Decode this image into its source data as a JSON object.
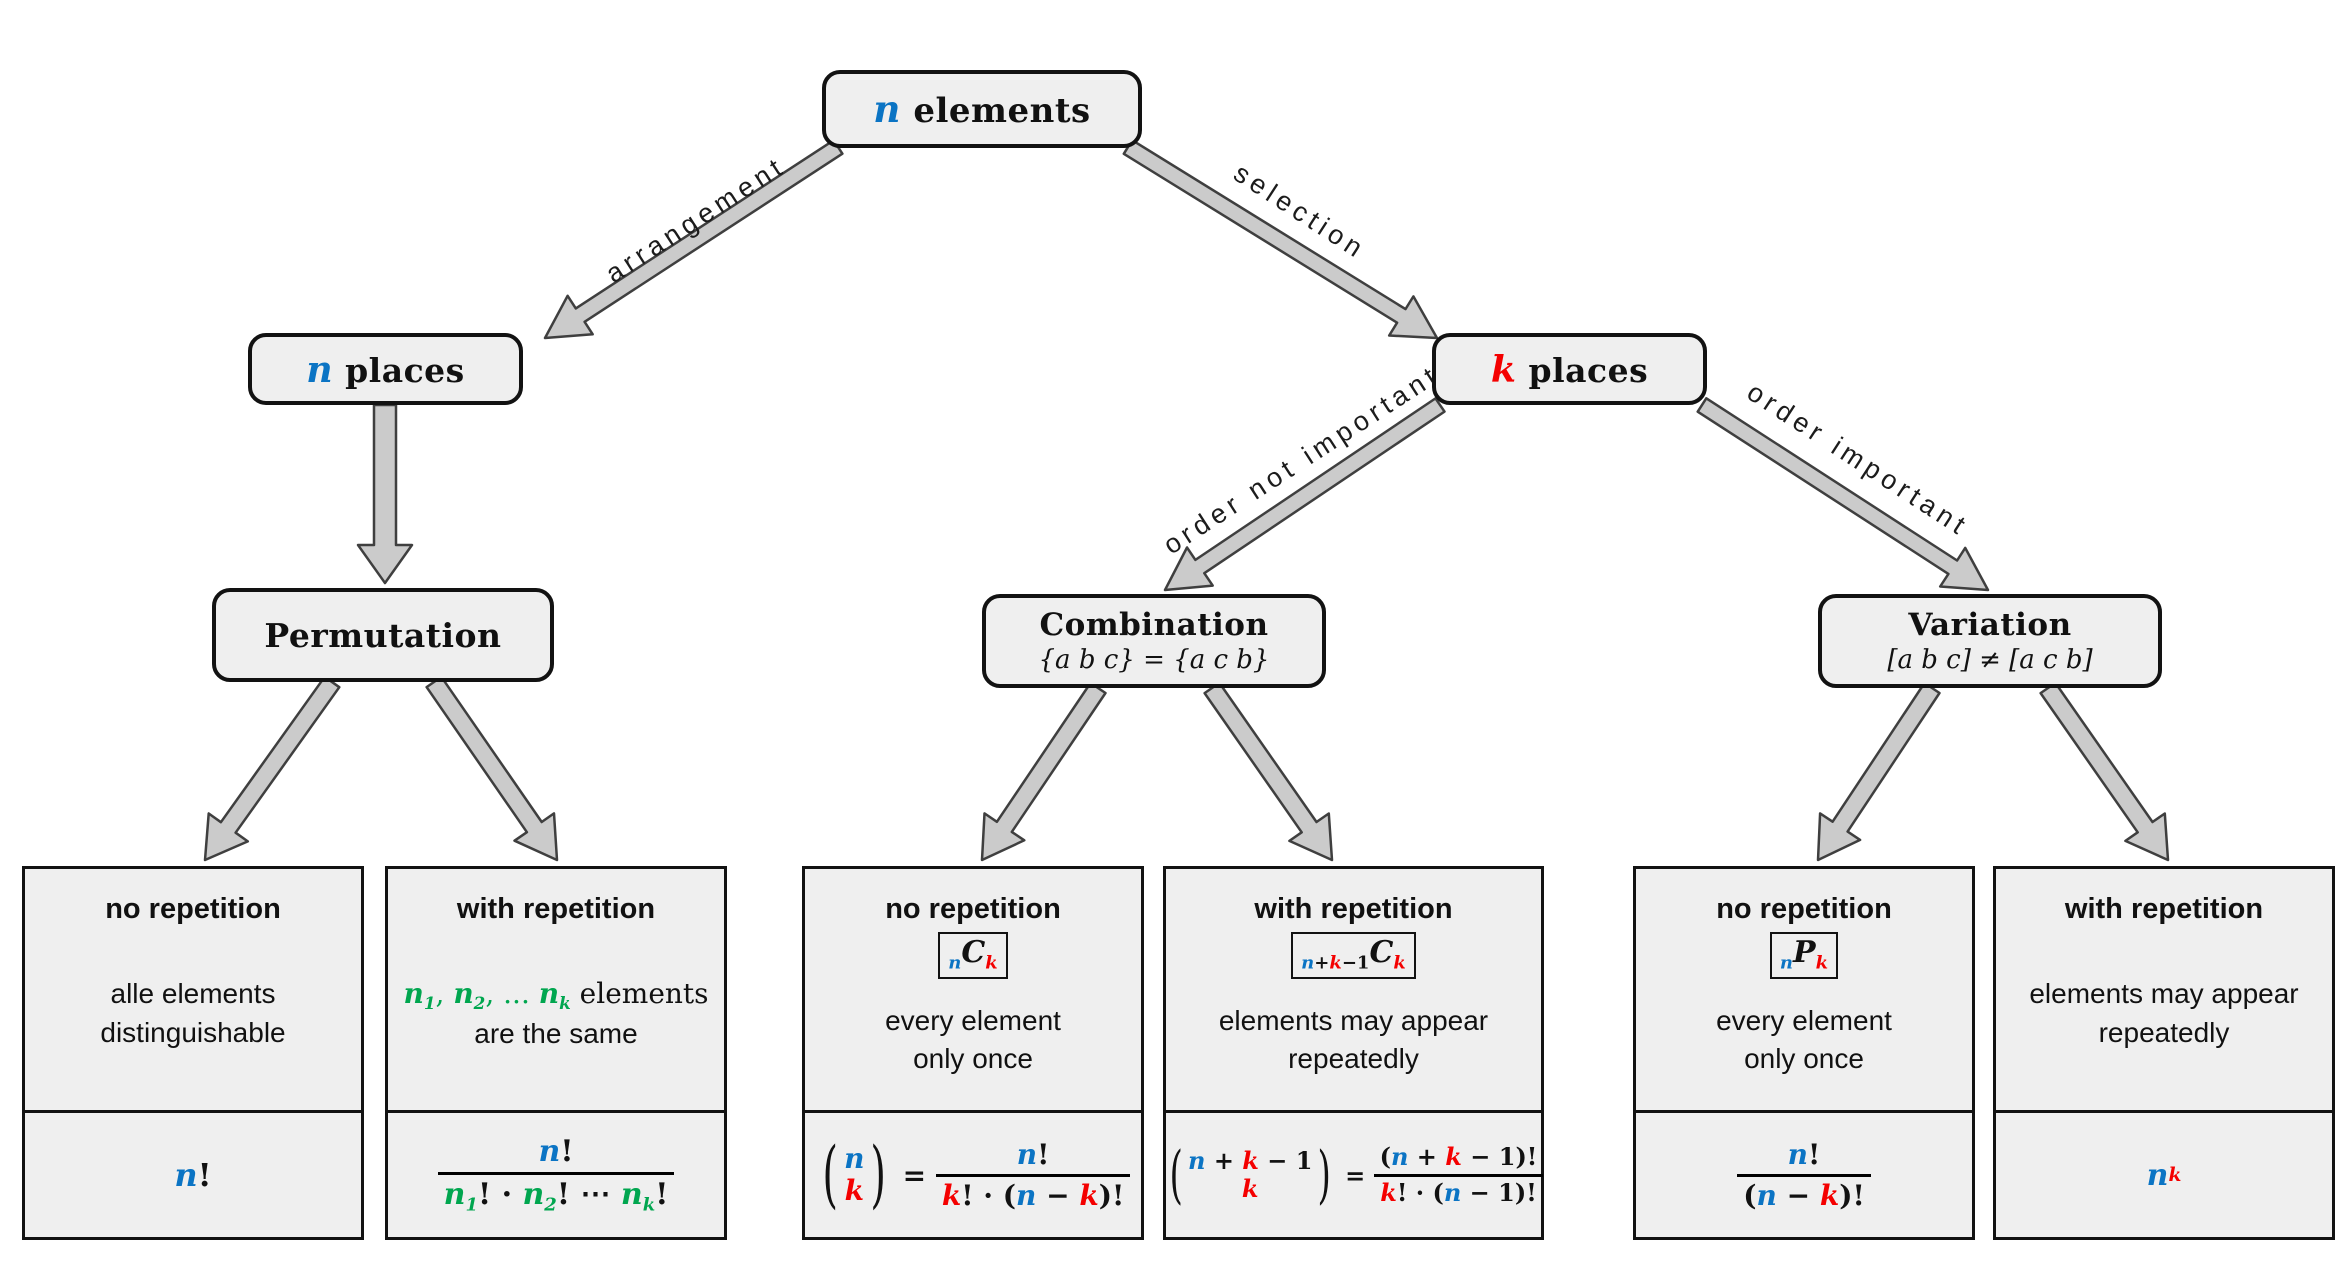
{
  "colors": {
    "blue": "#0b74c4",
    "red": "#f40000",
    "green": "#00a64f",
    "box_fill": "#efefef",
    "box_border": "#121212",
    "arrow_fill": "#cbcbcb",
    "arrow_stroke": "#3f3f3f"
  },
  "edge_labels": {
    "arrangement": "arrangement",
    "selection": "selection",
    "order_not_important": "order not important",
    "order_important": "order important"
  },
  "nodes": {
    "root": {
      "title": [
        {
          "t": "n",
          "v": 1,
          "c": "b"
        },
        {
          "t": " elements"
        }
      ]
    },
    "n_places": {
      "title": [
        {
          "t": "n",
          "v": 1,
          "c": "b"
        },
        {
          "t": " places"
        }
      ]
    },
    "k_places": {
      "title": [
        {
          "t": "k",
          "v": 1,
          "c": "r"
        },
        {
          "t": " places"
        }
      ]
    },
    "permutation": {
      "title": [
        {
          "t": "Permutation"
        }
      ]
    },
    "combination": {
      "title": [
        {
          "t": "Combination"
        }
      ],
      "subtitle": [
        {
          "t": "{a b c} = {a c b}"
        }
      ]
    },
    "variation": {
      "title": [
        {
          "t": "Variation"
        }
      ],
      "subtitle": [
        {
          "t": "[a b c] ≠ [a c b]"
        }
      ]
    }
  },
  "leaves": [
    {
      "title": "no repetition",
      "desc": [
        "alle elements",
        "distinguishable"
      ],
      "formula": [
        {
          "t": "n",
          "v": 1,
          "c": "b"
        },
        {
          "t": "!"
        }
      ]
    },
    {
      "title": "with repetition",
      "desc": [
        [
          {
            "t": "n",
            "v": 1,
            "c": "g"
          },
          {
            "t": "1",
            "v": 1,
            "c": "g",
            "s": "sub"
          },
          {
            "t": ", ",
            "c": "g"
          },
          {
            "t": "n",
            "v": 1,
            "c": "g"
          },
          {
            "t": "2",
            "v": 1,
            "c": "g",
            "s": "sub"
          },
          {
            "t": ", ... ",
            "c": "g"
          },
          {
            "t": "n",
            "v": 1,
            "c": "g"
          },
          {
            "t": "k",
            "v": 1,
            "c": "g",
            "s": "sub"
          },
          {
            "t": " elements"
          }
        ],
        "are the same"
      ],
      "formula": [
        {
          "frac": {
            "num": [
              {
                "t": "n",
                "v": 1,
                "c": "b"
              },
              {
                "t": "!"
              }
            ],
            "den": [
              {
                "t": "n",
                "v": 1,
                "c": "g"
              },
              {
                "t": "1",
                "v": 1,
                "c": "g",
                "s": "sub"
              },
              {
                "t": "! · "
              },
              {
                "t": "n",
                "v": 1,
                "c": "g"
              },
              {
                "t": "2",
                "v": 1,
                "c": "g",
                "s": "sub"
              },
              {
                "t": "! ⋯ "
              },
              {
                "t": "n",
                "v": 1,
                "c": "g"
              },
              {
                "t": "k",
                "v": 1,
                "c": "g",
                "s": "sub"
              },
              {
                "t": "!"
              }
            ]
          }
        }
      ]
    },
    {
      "title": "no repetition",
      "badge": [
        {
          "t": "n",
          "v": 1,
          "c": "b",
          "s": "sub"
        },
        {
          "t": "C",
          "v": 1
        },
        {
          "t": "k",
          "v": 1,
          "c": "r",
          "s": "sub"
        }
      ],
      "desc": [
        "every element",
        "only once"
      ],
      "formula": [
        {
          "binom": {
            "top": [
              {
                "t": "n",
                "v": 1,
                "c": "b"
              }
            ],
            "bot": [
              {
                "t": "k",
                "v": 1,
                "c": "r"
              }
            ]
          }
        },
        {
          "t": " = "
        },
        {
          "frac": {
            "num": [
              {
                "t": "n",
                "v": 1,
                "c": "b"
              },
              {
                "t": "!"
              }
            ],
            "den": [
              {
                "t": "k",
                "v": 1,
                "c": "r"
              },
              {
                "t": "! · ("
              },
              {
                "t": "n",
                "v": 1,
                "c": "b"
              },
              {
                "t": " − "
              },
              {
                "t": "k",
                "v": 1,
                "c": "r"
              },
              {
                "t": ")!"
              }
            ]
          }
        }
      ]
    },
    {
      "title": "with repetition",
      "badge": [
        {
          "t": "n",
          "v": 1,
          "c": "b",
          "s": "sub"
        },
        {
          "t": "+",
          "s": "sub"
        },
        {
          "t": "k",
          "v": 1,
          "c": "r",
          "s": "sub"
        },
        {
          "t": "−1",
          "s": "sub"
        },
        {
          "t": "C",
          "v": 1
        },
        {
          "t": "k",
          "v": 1,
          "c": "r",
          "s": "sub"
        }
      ],
      "desc": [
        "elements may appear",
        "repeatedly"
      ],
      "formula": [
        {
          "binom": {
            "top": [
              {
                "t": "n",
                "v": 1,
                "c": "b"
              },
              {
                "t": " + "
              },
              {
                "t": "k",
                "v": 1,
                "c": "r"
              },
              {
                "t": " − 1"
              }
            ],
            "bot": [
              {
                "t": "k",
                "v": 1,
                "c": "r"
              }
            ]
          }
        },
        {
          "t": " = "
        },
        {
          "frac": {
            "num": [
              {
                "t": "("
              },
              {
                "t": "n",
                "v": 1,
                "c": "b"
              },
              {
                "t": " + "
              },
              {
                "t": "k",
                "v": 1,
                "c": "r"
              },
              {
                "t": " − 1)!"
              }
            ],
            "den": [
              {
                "t": "k",
                "v": 1,
                "c": "r"
              },
              {
                "t": "! · ("
              },
              {
                "t": "n",
                "v": 1,
                "c": "b"
              },
              {
                "t": " − 1)!"
              }
            ]
          }
        }
      ]
    },
    {
      "title": "no repetition",
      "badge": [
        {
          "t": "n",
          "v": 1,
          "c": "b",
          "s": "sub"
        },
        {
          "t": "P",
          "v": 1
        },
        {
          "t": "k",
          "v": 1,
          "c": "r",
          "s": "sub"
        }
      ],
      "desc": [
        "every element",
        "only once"
      ],
      "formula": [
        {
          "frac": {
            "num": [
              {
                "t": "n",
                "v": 1,
                "c": "b"
              },
              {
                "t": "!"
              }
            ],
            "den": [
              {
                "t": "("
              },
              {
                "t": "n",
                "v": 1,
                "c": "b"
              },
              {
                "t": " − "
              },
              {
                "t": "k",
                "v": 1,
                "c": "r"
              },
              {
                "t": ")!"
              }
            ]
          }
        }
      ]
    },
    {
      "title": "with repetition",
      "desc": [
        "elements may appear",
        "repeatedly"
      ],
      "formula": [
        {
          "t": "n",
          "v": 1,
          "c": "b"
        },
        {
          "t": "k",
          "v": 1,
          "c": "r",
          "s": "sup"
        }
      ]
    }
  ]
}
